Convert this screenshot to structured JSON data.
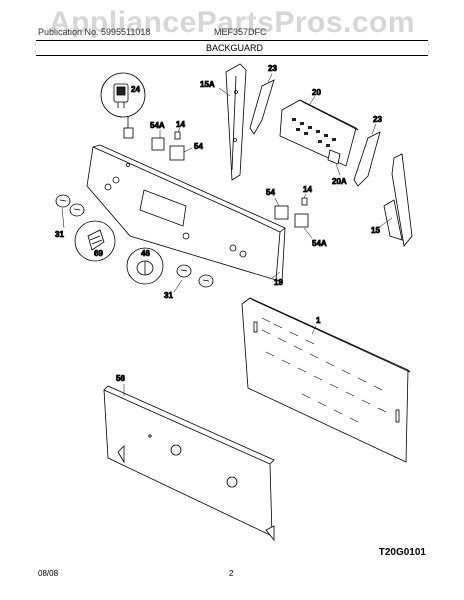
{
  "watermark": "AppliancePartsPros.com",
  "header": {
    "left_text": "Publication No. 5995511018",
    "right_text": "MEF357DFC",
    "section_title": "BACKGUARD"
  },
  "callouts": [
    "24",
    "54A",
    "14",
    "54",
    "15A",
    "23",
    "20",
    "23",
    "20A",
    "31",
    "69",
    "46",
    "54",
    "14",
    "54A",
    "15",
    "19",
    "31",
    "1",
    "56"
  ],
  "diagram_code": "T20G0101",
  "footer": {
    "date": "08/08",
    "page": "2"
  }
}
